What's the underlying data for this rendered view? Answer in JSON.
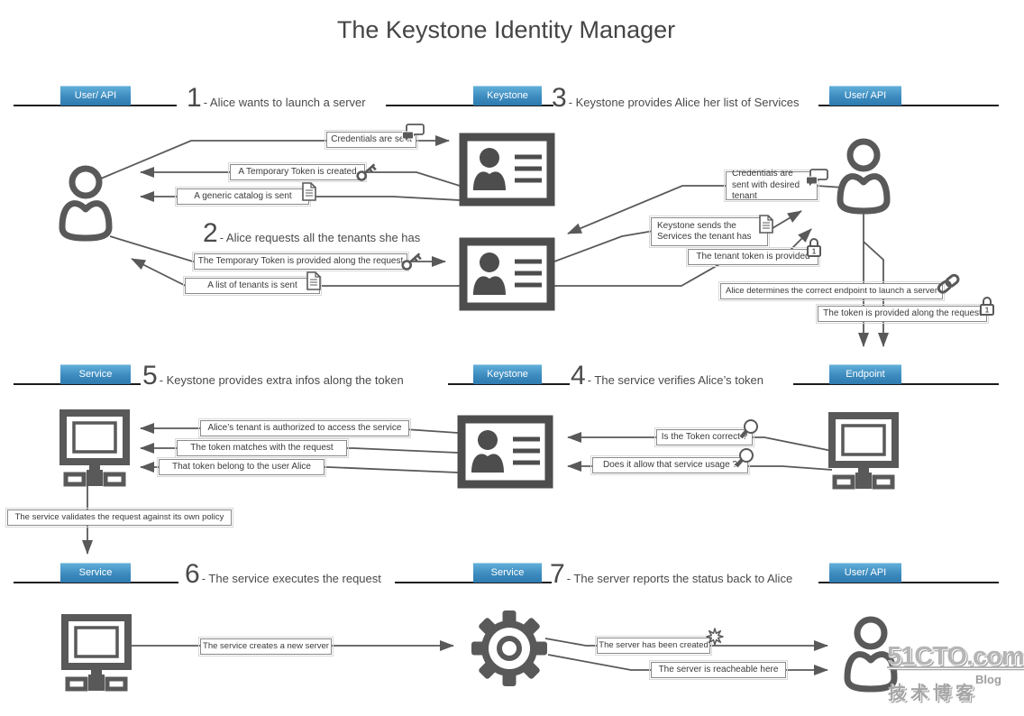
{
  "title": "The Keystone Identity Manager",
  "lanes": [
    {
      "label": "User/ API"
    },
    {
      "label": "Keystone"
    },
    {
      "label": "User/ API"
    },
    {
      "label": "Service"
    },
    {
      "label": "Keystone"
    },
    {
      "label": "Endpoint"
    },
    {
      "label": "Service"
    },
    {
      "label": "Service"
    },
    {
      "label": "User/ API"
    }
  ],
  "steps": [
    {
      "num": "1",
      "text": "- Alice wants to launch a server"
    },
    {
      "num": "2",
      "text": "- Alice requests all the tenants she has"
    },
    {
      "num": "3",
      "text": "- Keystone provides Alice her list of Services"
    },
    {
      "num": "4",
      "text": "- The service verifies Alice’s token"
    },
    {
      "num": "5",
      "text": "- Keystone provides extra infos along the token"
    },
    {
      "num": "6",
      "text": "- The service executes the request"
    },
    {
      "num": "7",
      "text": "- The server reports the status back to Alice"
    }
  ],
  "messages": [
    {
      "text": "Credentials are sent",
      "icon": "speech-bubbles"
    },
    {
      "text": "A Temporary Token is created",
      "icon": "key"
    },
    {
      "text": "A generic catalog is sent",
      "icon": "document"
    },
    {
      "text": "The Temporary Token is provided along the request",
      "icon": "key"
    },
    {
      "text": "A list of tenants is sent",
      "icon": "document"
    },
    {
      "text": "Credentials are sent with desired tenant",
      "icon": "speech-bubbles"
    },
    {
      "text": "Keystone sends the Services the tenant has",
      "icon": "document"
    },
    {
      "text": "The tenant token is provided",
      "icon": "padlock"
    },
    {
      "text": "Alice determines the correct endpoint to launch a server",
      "icon": "chain-link"
    },
    {
      "text": "The token is provided along the request",
      "icon": "padlock"
    },
    {
      "text": "Alice’s tenant is authorized to access the service",
      "icon": null
    },
    {
      "text": "The token matches with the request",
      "icon": null
    },
    {
      "text": "That token belong to the user Alice",
      "icon": null
    },
    {
      "text": "The service validates the request against its own policy",
      "icon": null
    },
    {
      "text": "Is the Token correct ?",
      "icon": "magnifier"
    },
    {
      "text": "Does it allow that service usage ?",
      "icon": "magnifier"
    },
    {
      "text": "The service creates a new server",
      "icon": null
    },
    {
      "text": "The server has been created",
      "icon": "starburst"
    },
    {
      "text": "The server is reacheable here",
      "icon": null
    }
  ],
  "icons": {
    "person-icon": "user silhouette (head + shoulders outline)",
    "id-card-icon": "identity card with person and text lines (Keystone)",
    "computer-icon": "monitor with network base",
    "gear-icon": "cog wheel",
    "speech-bubbles-icon": "two chat bubbles",
    "key-icon": "key",
    "document-icon": "paper sheet with folded corner",
    "padlock-icon": "padlock with a 1 inside",
    "chain-link-icon": "two chain links",
    "magnifier-icon": "magnifying glass",
    "starburst-icon": "new/asterisk burst"
  },
  "watermark": {
    "brand": "51CTO.com",
    "caption": "技术博客",
    "sub": "Blog"
  },
  "colors": {
    "lane_header": "#3b89bd",
    "lane_line": "#1c1c1c",
    "diagram_stroke": "#595959",
    "step_text": "#4a4a4a",
    "box_border": "#8a8a8a",
    "watermark": "#b0b0b0"
  }
}
